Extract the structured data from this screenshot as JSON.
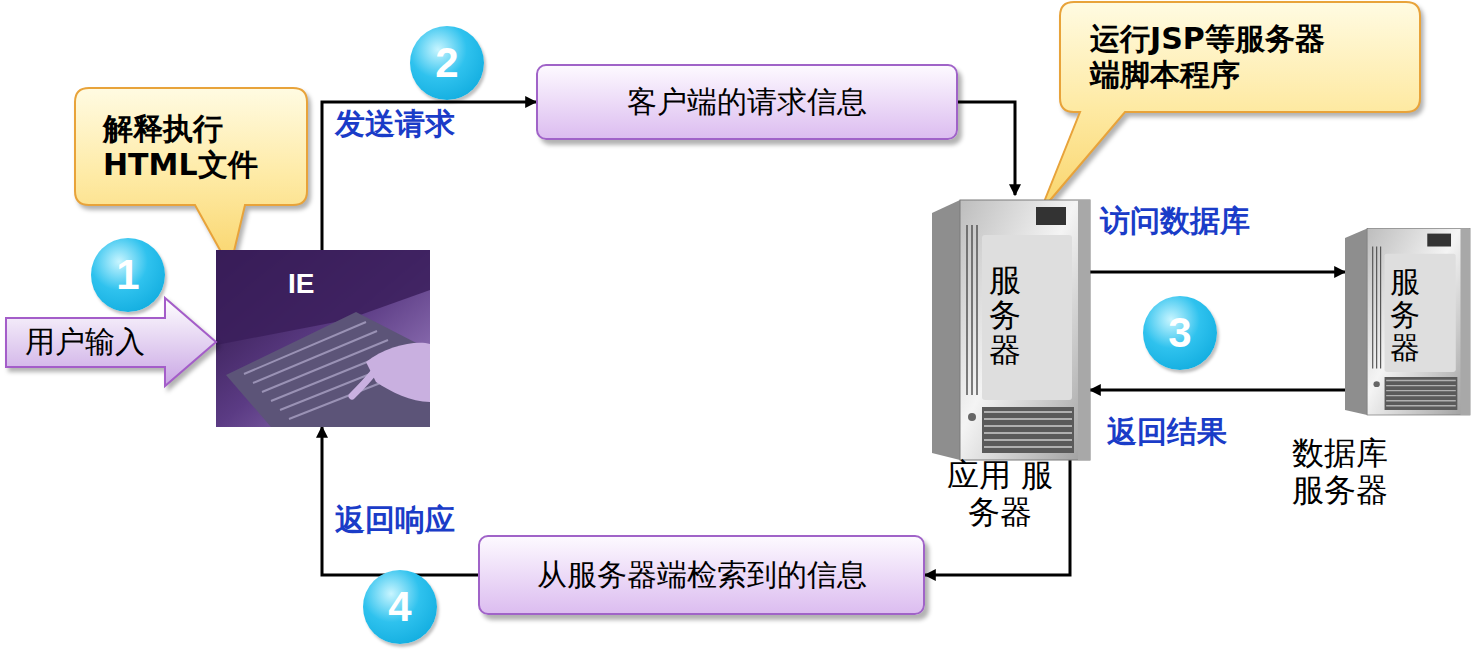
{
  "diagram": {
    "nodes": [
      {
        "text": [
          "2"
        ]
      },
      {
        "text": [
          "客户端的请求信息"
        ]
      },
      {
        "text": [
          "运行JSP等服务器端脚本程序"
        ]
      },
      {
        "text": [
          "解释执行 HTML文件"
        ]
      },
      {
        "text": [
          "1"
        ]
      },
      {
        "text": [
          "IE"
        ]
      },
      {
        "text": [
          "用户输入"
        ]
      },
      {
        "text": [
          "服务器",
          "应用 服务器"
        ]
      },
      {
        "text": [
          "服务器",
          "数据库 服务器"
        ]
      },
      {
        "text": [
          "3"
        ]
      },
      {
        "text": [
          "4"
        ]
      },
      {
        "text": [
          "从服务器端检索到的信息"
        ]
      }
    ],
    "edges": [
      {
        "from": 5,
        "to": 1,
        "label": "发送请求",
        "arrow": "to"
      },
      {
        "from": 1,
        "to": 7,
        "arrow": "to"
      },
      {
        "from": 7,
        "to": 8,
        "label": "访问数据库",
        "arrow": "to"
      },
      {
        "from": 8,
        "to": 7,
        "label": "返回结果",
        "arrow": "to"
      },
      {
        "from": 7,
        "to": 11,
        "arrow": "to"
      },
      {
        "from": 11,
        "to": 5,
        "label": "返回响应",
        "arrow": "to"
      }
    ]
  }
}
